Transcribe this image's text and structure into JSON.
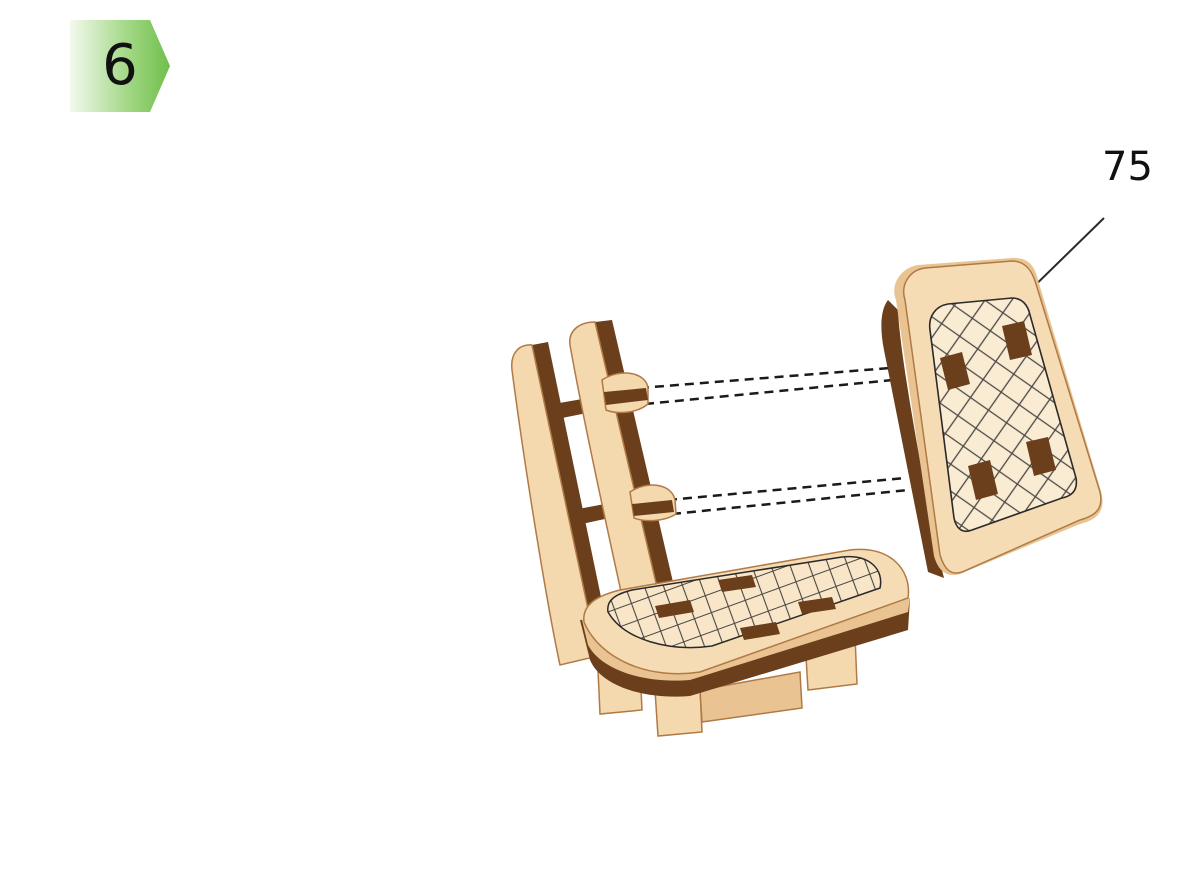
{
  "step": {
    "number": "6"
  },
  "callout": {
    "part_number": "75"
  },
  "colors": {
    "badge_green": "#7cc35a",
    "badge_fade": "#eef7e8",
    "wood_light": "#f6dcb4",
    "wood_mid": "#e9c391",
    "wood_edge": "#b07a46",
    "wood_dark": "#6b3f1c",
    "line": "#1a1a1a"
  },
  "icons": {
    "badge": "step-arrow-badge",
    "illustration": "wooden-chair-assembly"
  }
}
